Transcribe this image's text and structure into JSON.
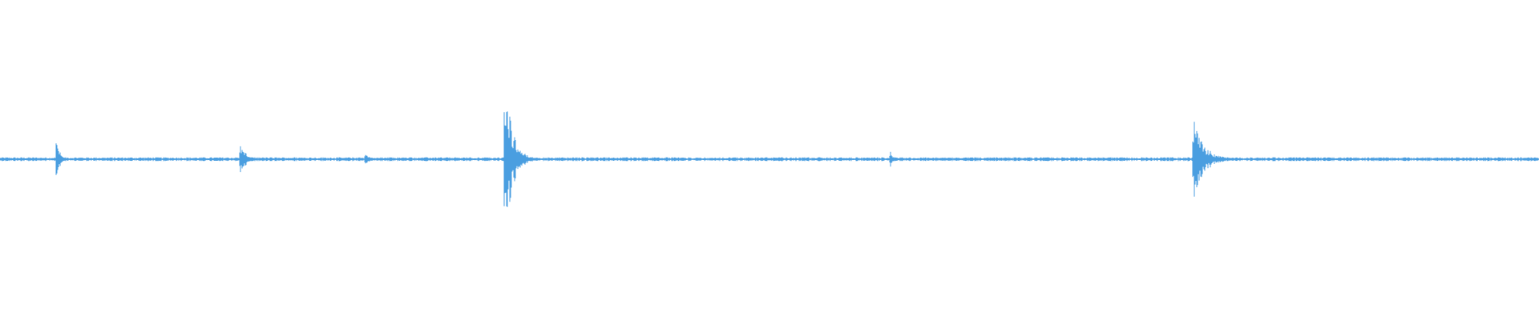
{
  "waveform": {
    "color": "#4a9ee0",
    "background": "#ffffff",
    "peaks": [
      {
        "pos": 0.0372,
        "amp": 0.055,
        "decay": 0.002
      },
      {
        "pos": 0.1565,
        "amp": 0.045,
        "decay": 0.004
      },
      {
        "pos": 0.2375,
        "amp": 0.018,
        "decay": 0.003
      },
      {
        "pos": 0.3284,
        "amp": 0.245,
        "decay": 0.005
      },
      {
        "pos": 0.5787,
        "amp": 0.028,
        "decay": 0.002
      },
      {
        "pos": 0.7757,
        "amp": 0.125,
        "decay": 0.007
      }
    ],
    "noise_level": 0.006
  }
}
